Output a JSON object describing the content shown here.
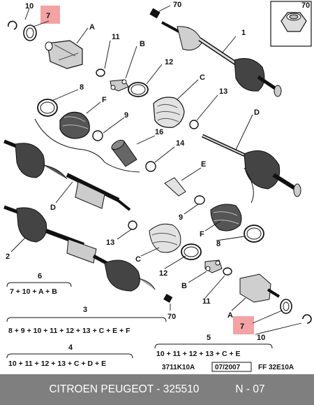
{
  "diagram": {
    "part_labels": {
      "l10_top": "10",
      "l7_top": "7",
      "lA_top": "A",
      "l11_top": "11",
      "lB_top": "B",
      "l12_top": "12",
      "lC": "C",
      "l8_top": "8",
      "lF_top": "F",
      "l9_top": "9",
      "l13_top": "13",
      "l16": "16",
      "l14": "14",
      "lD_right": "D",
      "lE": "E",
      "l70_top": "70",
      "l1": "1",
      "l70_inset": "70",
      "lD_left": "D",
      "l2": "2",
      "l9_mid": "9",
      "lF_mid": "F",
      "l8_mid": "8",
      "l13_mid": "13",
      "lC_mid": "C",
      "l12_mid": "12",
      "lB_mid": "B",
      "l11_mid": "11",
      "lA_mid": "A",
      "l7_bot": "7",
      "l10_bot": "10",
      "l70_bot": "70"
    },
    "kits": [
      {
        "number": "6",
        "formula": "7 + 10 + A + B"
      },
      {
        "number": "3",
        "formula": "8 + 9 + 10 + 11 + 12 + 13 + C + E + F"
      },
      {
        "number": "4",
        "formula": "10 + 11 + 12 + 13 + C + D + E"
      },
      {
        "number": "5",
        "formula": "10 + 11 + 12 + 13 + C + E"
      }
    ],
    "ref_code_left": "3711K10A",
    "ref_date": "07/2007",
    "ref_code_right": "FF 32E10A"
  },
  "footer": {
    "title": "CITROEN PEUGEOT - 325510",
    "page": "N - 07"
  },
  "colors": {
    "highlight": "#f3a3a3",
    "footer_bg": "#7f7f7f",
    "line": "#111111"
  }
}
